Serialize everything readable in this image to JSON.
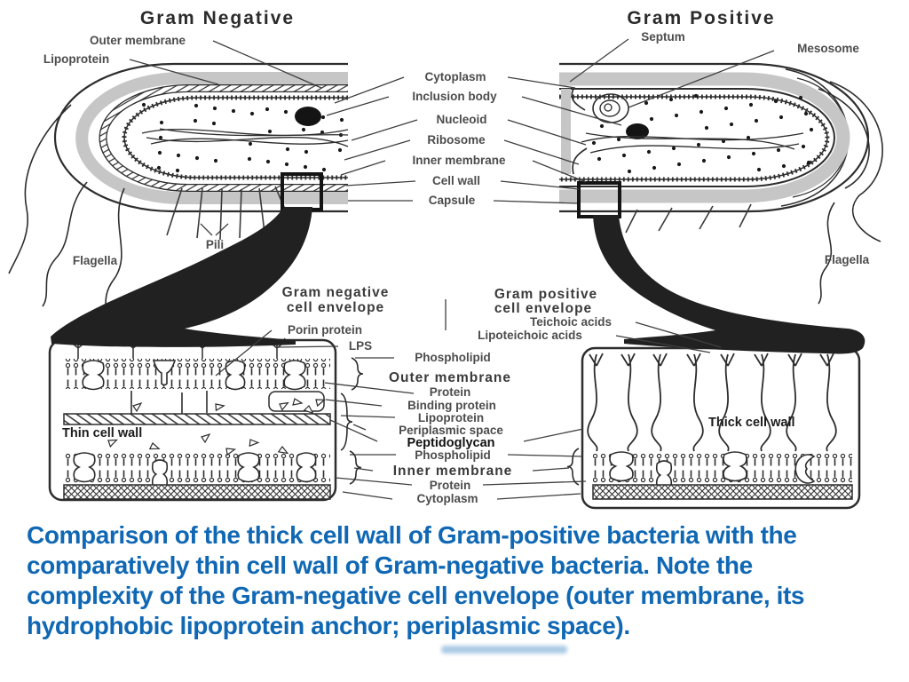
{
  "titles": {
    "gram_negative": "Gram Negative",
    "gram_positive": "Gram Positive"
  },
  "cell_labels": {
    "outer_membrane": "Outer membrane",
    "lipoprotein": "Lipoprotein",
    "cytoplasm": "Cytoplasm",
    "inclusion_body": "Inclusion body",
    "nucleoid": "Nucleoid",
    "ribosome": "Ribosome",
    "inner_membrane": "Inner membrane",
    "cell_wall": "Cell wall",
    "capsule": "Capsule",
    "septum": "Septum",
    "mesosome": "Mesosome",
    "pili": "Pili",
    "flagella_left": "Flagella",
    "flagella_right": "Flagella"
  },
  "envelope_labels": {
    "gn_title_1": "Gram negative",
    "gn_title_2": "cell envelope",
    "gp_title_1": "Gram positive",
    "gp_title_2": "cell envelope",
    "porin_protein": "Porin protein",
    "lps": "LPS",
    "teichoic_acids": "Teichoic acids",
    "lipoteichoic_acids": "Lipoteichoic acids",
    "phospholipid_top": "Phospholipid",
    "outer_membrane": "Outer membrane",
    "protein_top": "Protein",
    "binding_protein": "Binding protein",
    "lipoprotein": "Lipoprotein",
    "periplasmic_space": "Periplasmic space",
    "peptidoglycan": "Peptidoglycan",
    "phospholipid_bottom": "Phospholipid",
    "inner_membrane": "Inner membrane",
    "protein_bottom": "Protein",
    "cytoplasm": "Cytoplasm",
    "thin_cell_wall": "Thin cell wall",
    "thick_cell_wall": "Thick cell wall"
  },
  "caption": {
    "color": "#1068b4",
    "lines": [
      "Comparison of the thick cell wall of Gram-positive bacteria with the",
      "comparatively thin cell wall of Gram-negative bacteria. Note the",
      "complexity of the Gram-negative cell envelope (outer membrane, its",
      "hydrophobic lipoprotein anchor; periplasmic space)."
    ]
  },
  "colors": {
    "ink": "#2d2d2d",
    "capsule_gray": "#c6c6c6",
    "funnel_black": "#212121",
    "caption_blue": "#1068b4"
  }
}
